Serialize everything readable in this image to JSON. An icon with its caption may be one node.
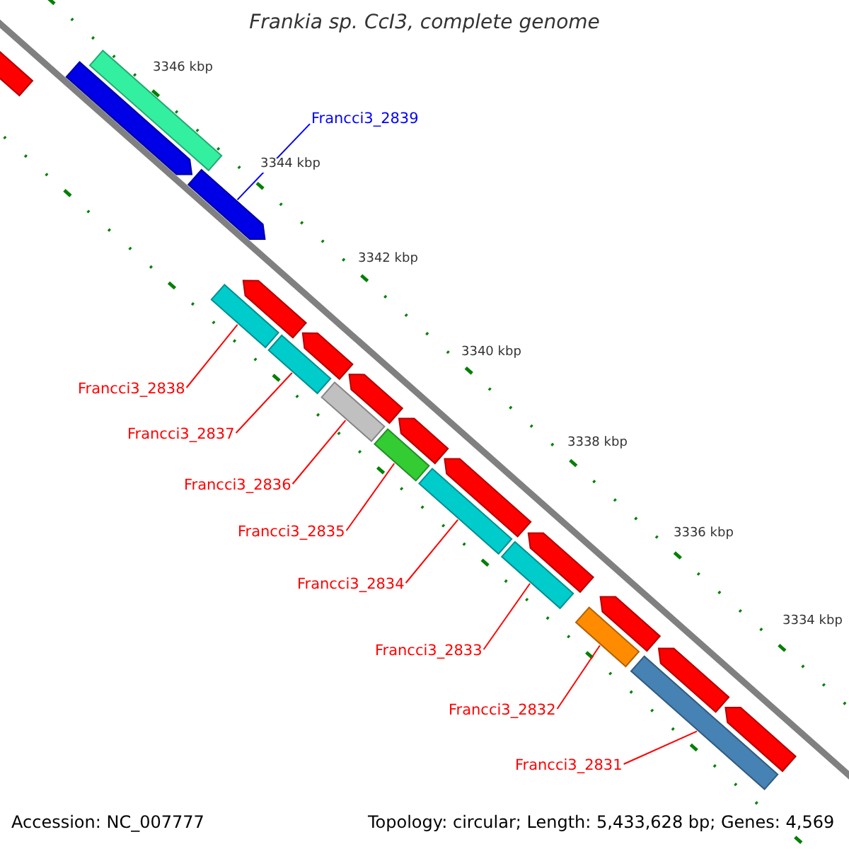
{
  "diagram": {
    "title": "Frankia sp. CcI3, complete genome",
    "nodes": [
      {
        "text": [],
        "shape": "bar"
      },
      {
        "text": [],
        "shape": "bar"
      },
      {
        "text": [],
        "shape": "bar"
      },
      {
        "text": [
          "Francci3_2839"
        ]
      },
      {
        "text": [],
        "shape": "bar"
      },
      {
        "text": [],
        "shape": "bar"
      },
      {
        "text": [],
        "shape": "bar"
      },
      {
        "text": [
          "Francci3_2838"
        ]
      },
      {
        "text": [],
        "shape": "bar"
      },
      {
        "text": [],
        "shape": "bar"
      },
      {
        "text": [
          "Francci3_2837"
        ]
      },
      {
        "text": [],
        "shape": "bar"
      },
      {
        "text": [],
        "shape": "bar"
      },
      {
        "text": [
          "Francci3_2836"
        ]
      },
      {
        "text": [],
        "shape": "bar"
      },
      {
        "text": [],
        "shape": "bar"
      },
      {
        "text": [
          "Francci3_2835"
        ]
      },
      {
        "text": [],
        "shape": "bar"
      },
      {
        "text": [],
        "shape": "bar"
      },
      {
        "text": [
          "Francci3_2834"
        ]
      },
      {
        "text": [],
        "shape": "bar"
      },
      {
        "text": [],
        "shape": "bar"
      },
      {
        "text": [
          "Francci3_2833"
        ]
      },
      {
        "text": [],
        "shape": "bar"
      },
      {
        "text": [],
        "shape": "bar"
      },
      {
        "text": [
          "Francci3_2832"
        ]
      },
      {
        "text": [],
        "shape": "bar"
      },
      {
        "text": [],
        "shape": "bar"
      },
      {
        "text": [],
        "shape": "bar"
      },
      {
        "text": [
          "Francci3_2831"
        ]
      }
    ],
    "edges": [
      {
        "from": 3,
        "to": 4,
        "arrow": "none",
        "color": "#0000ff"
      },
      {
        "from": 7,
        "to": 6,
        "arrow": "none"
      },
      {
        "from": 10,
        "to": 9,
        "arrow": "none"
      },
      {
        "from": 13,
        "to": 12,
        "arrow": "none"
      },
      {
        "from": 16,
        "to": 15,
        "arrow": "none"
      },
      {
        "from": 19,
        "to": 18,
        "arrow": "none"
      },
      {
        "from": 22,
        "to": 21,
        "arrow": "none"
      },
      {
        "from": 25,
        "to": 24,
        "arrow": "none"
      },
      {
        "from": 29,
        "to": 28,
        "arrow": "none"
      }
    ],
    "labels": [
      "3346 kbp",
      "3344 kbp",
      "3342 kbp",
      "3340 kbp",
      "3338 kbp",
      "3336 kbp",
      "3334 kbp",
      "Accession: NC_007777",
      "Topology: circular; Length: 5,433,628 bp; Genes: 4,569"
    ]
  }
}
